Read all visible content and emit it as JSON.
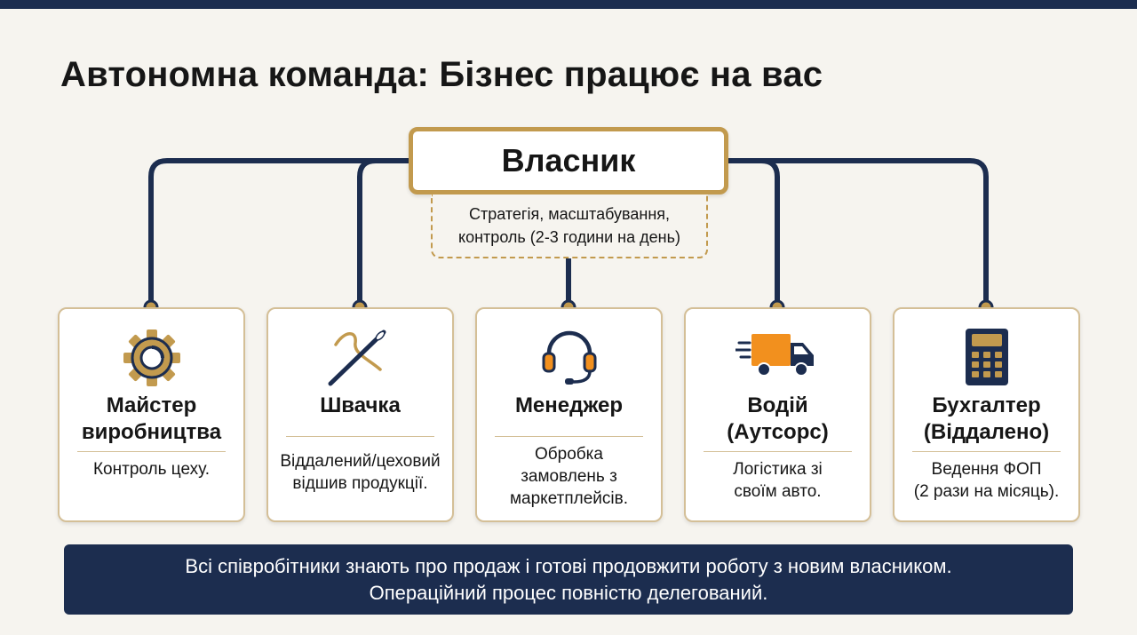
{
  "title": "Автономна команда: Бізнес працює на вас",
  "owner": {
    "label": "Власник",
    "note_line1": "Стратегія, масштабування,",
    "note_line2": "контроль (2-3 години на день)"
  },
  "roles": [
    {
      "name_line1": "Майстер",
      "name_line2": "виробництва",
      "desc_line1": "Контроль цеху.",
      "desc_line2": "",
      "icon": "gear-icon"
    },
    {
      "name_line1": "Швачка",
      "name_line2": "",
      "desc_line1": "Віддалений/цеховий",
      "desc_line2": "відшив продукції.",
      "icon": "needle-thread-icon"
    },
    {
      "name_line1": "Менеджер",
      "name_line2": "",
      "desc_line1": "Обробка",
      "desc_line2": "замовлень з",
      "desc_line3": "маркетплейсів.",
      "icon": "headset-icon"
    },
    {
      "name_line1": "Водій",
      "name_line2": "(Аутсорс)",
      "desc_line1": "Логістика зі",
      "desc_line2": "своїм авто.",
      "icon": "delivery-truck-icon"
    },
    {
      "name_line1": "Бухгалтер",
      "name_line2": "(Віддалено)",
      "desc_line1": "Ведення ФОП",
      "desc_line2": "(2 рази на місяць).",
      "icon": "calculator-icon"
    }
  ],
  "banner": {
    "line1": "Всі співробітники знають про продаж і готові продовжити роботу з новим власником.",
    "line2": "Операційний процес повністю делегований."
  },
  "colors": {
    "navy": "#1c2d4f",
    "gold": "#c29a4e",
    "orange": "#f2901e",
    "background": "#f6f4ef"
  }
}
